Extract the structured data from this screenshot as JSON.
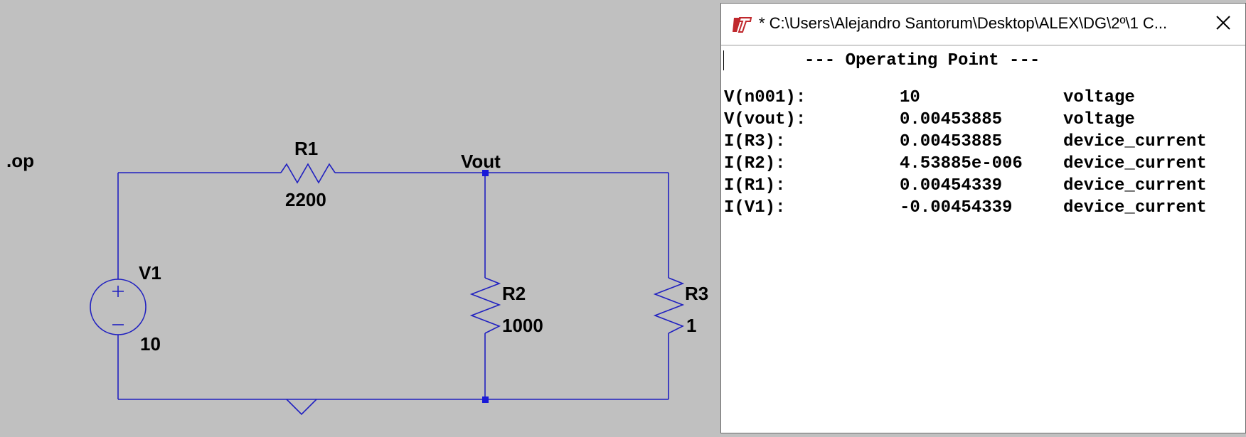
{
  "schematic": {
    "directive": ".op",
    "wire_color": "#2020c0",
    "components": {
      "r1": {
        "name": "R1",
        "value": "2200"
      },
      "r2": {
        "name": "R2",
        "value": "1000"
      },
      "r3": {
        "name": "R3",
        "value": "1"
      },
      "v1": {
        "name": "V1",
        "value": "10"
      }
    },
    "net_label": "Vout"
  },
  "window": {
    "title": "* C:\\Users\\Alejandro Santorum\\Desktop\\ALEX\\DG\\2º\\1 C...",
    "icon": "ltspice-logo-icon",
    "close_icon": "close-icon",
    "header": "--- Operating Point ---",
    "rows": [
      {
        "name": "V(n001):",
        "value": "10",
        "type": "voltage"
      },
      {
        "name": "V(vout):",
        "value": "0.00453885",
        "type": "voltage"
      },
      {
        "name": "I(R3):",
        "value": "0.00453885",
        "type": "device_current"
      },
      {
        "name": "I(R2):",
        "value": "4.53885e-006",
        "type": "device_current"
      },
      {
        "name": "I(R1):",
        "value": "0.00454339",
        "type": "device_current"
      },
      {
        "name": "I(V1):",
        "value": "-0.00454339",
        "type": "device_current"
      }
    ]
  }
}
